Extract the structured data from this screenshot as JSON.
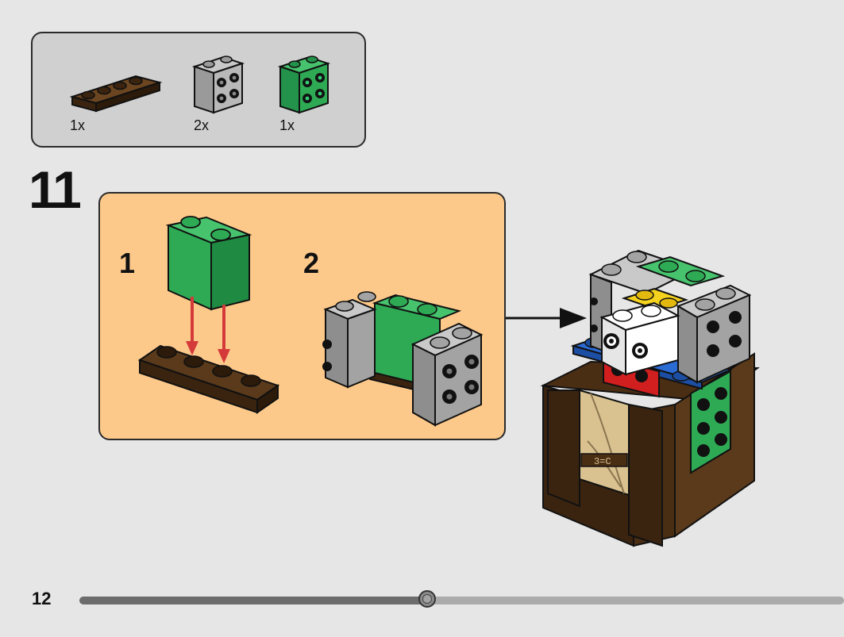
{
  "parts": [
    {
      "name": "dark-brown-plate-1x4",
      "qty": "1x",
      "color": "#4a2e14"
    },
    {
      "name": "light-gray-brick-with-studs",
      "qty": "2x",
      "color": "#a3a3a3"
    },
    {
      "name": "green-brick-with-studs",
      "qty": "1x",
      "color": "#2eaa55"
    }
  ],
  "step": {
    "number": "11"
  },
  "substeps": [
    {
      "number": "1"
    },
    {
      "number": "2"
    }
  ],
  "page": {
    "number": "12"
  },
  "progress": {
    "fraction": 0.455
  },
  "colors": {
    "background": "#e6e6e6",
    "parts_box": "#d0d0d0",
    "substep_box": "#fdc98a",
    "arrow_red": "#d43a3a",
    "green": "#2eaa55",
    "gray": "#a3a3a3",
    "dark_brown": "#4a2e14",
    "blue": "#2b6bd4",
    "yellow": "#f5d21e",
    "red": "#d11e1e",
    "tan": "#d9c28f"
  }
}
